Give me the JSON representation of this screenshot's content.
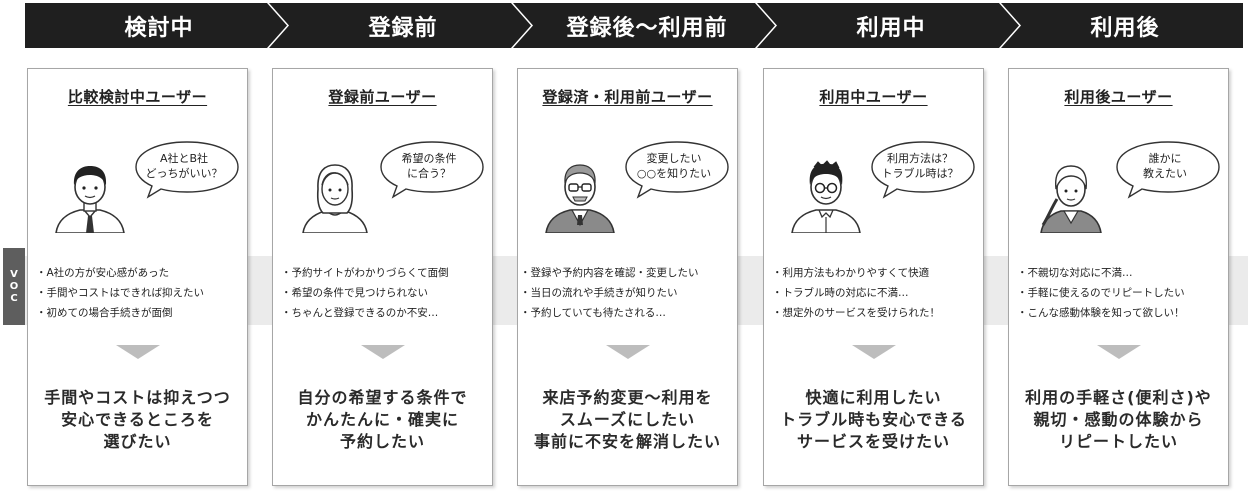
{
  "stages": [
    {
      "label": "検討中"
    },
    {
      "label": "登録前"
    },
    {
      "label": "登録後〜利用前"
    },
    {
      "label": "利用中"
    },
    {
      "label": "利用後"
    }
  ],
  "voc_tab": {
    "letters": [
      "V",
      "O",
      "C"
    ]
  },
  "personas": [
    {
      "title": "比較検討中ユーザー",
      "avatar": "man-with-tie-icon",
      "bubble": "A社とB社\nどっちがいい？",
      "voc": [
        "A社の方が安心感があった",
        "手間やコストはできれば抑えたい",
        "初めての場合手続きが面倒"
      ],
      "needs": "手間やコストは抑えつつ\n安心できるところを\n選びたい"
    },
    {
      "title": "登録前ユーザー",
      "avatar": "woman-long-hair-icon",
      "bubble": "希望の条件\nに合う？",
      "voc": [
        "予約サイトがわかりづらくて面倒",
        "希望の条件で見つけられない",
        "ちゃんと登録できるのか不安…"
      ],
      "needs": "自分の希望する条件で\nかんたんに・確実に\n予約したい"
    },
    {
      "title": "登録済・利用前ユーザー",
      "avatar": "senior-man-glasses-icon",
      "bubble": "変更したい\n○○を知りたい",
      "voc": [
        "登録や予約内容を確認・変更したい",
        "当日の流れや手続きが知りたい",
        "予約していても待たされる…"
      ],
      "needs": "来店予約変更〜利用を\nスムーズにしたい\n事前に不安を解消したい"
    },
    {
      "title": "利用中ユーザー",
      "avatar": "man-glasses-icon",
      "bubble": "利用方法は？\nトラブル時は？",
      "voc": [
        "利用方法もわかりやすくて快適",
        "トラブル時の対応に不満…",
        "想定外のサービスを受けられた！"
      ],
      "needs": "快適に利用したい\nトラブル時も安心できる\nサービスを受けたい"
    },
    {
      "title": "利用後ユーザー",
      "avatar": "woman-ponytail-icon",
      "bubble": "誰かに\n教えたい",
      "voc": [
        "不親切な対応に不満…",
        "手軽に使えるのでリピートしたい",
        "こんな感動体験を知って欲しい！"
      ],
      "needs": "利用の手軽さ(便利さ)や\n親切・感動の体験から\nリピートしたい"
    }
  ]
}
